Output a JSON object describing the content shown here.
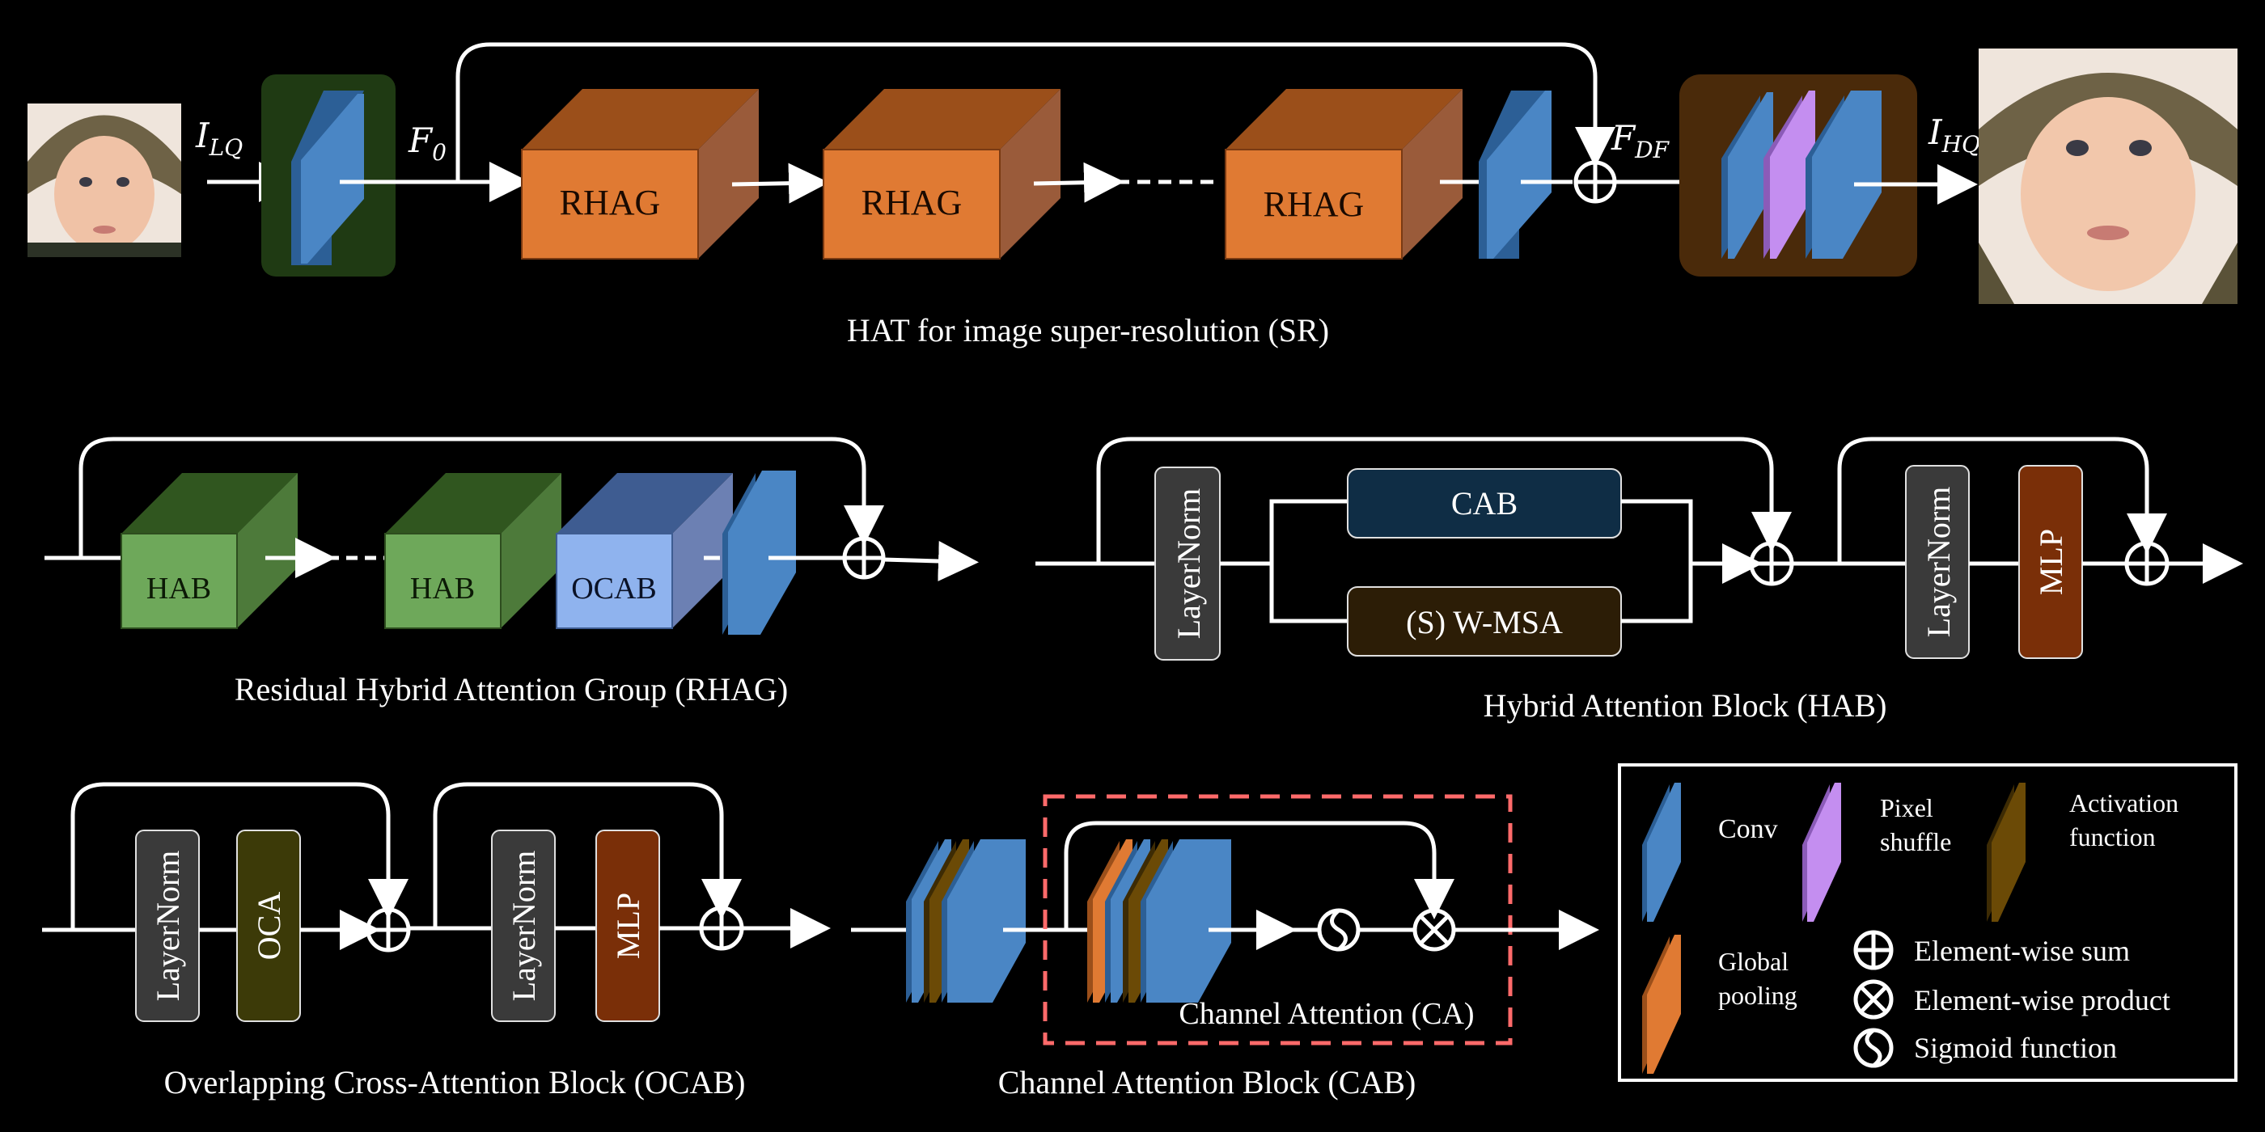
{
  "colors": {
    "background": "#000000",
    "conv": "#4a86c5",
    "pixel_shuffle": "#c48ef0",
    "activation": "#6b4a06",
    "global_pooling": "#e07a33",
    "rhag": "#e07a33",
    "hab": "#6ea85a",
    "ocab": "#8fb3ee",
    "cab_box": "#0f2d45",
    "wmsa_box": "#2c1d06",
    "layernorm_box": "#3a3a3a",
    "mlp_box": "#7a2f08",
    "oca_box": "#3c3a08",
    "dashed_box": "#ff6a6a"
  },
  "hat": {
    "input_label": "I_LQ",
    "f0_label": "F_0",
    "fdf_label": "F_DF",
    "output_label": "I_HQ",
    "rhag_labels": [
      "RHAG",
      "RHAG",
      "RHAG"
    ],
    "caption": "HAT for image super-resolution (SR)"
  },
  "rhag_detail": {
    "hab_labels": [
      "HAB",
      "HAB"
    ],
    "ocab_label": "OCAB",
    "caption": "Residual Hybrid Attention Group (RHAG)"
  },
  "hab_detail": {
    "layernorm1": "LayerNorm",
    "cab": "CAB",
    "wmsa": "(S) W-MSA",
    "layernorm2": "LayerNorm",
    "mlp": "MLP",
    "caption": "Hybrid Attention Block (HAB)"
  },
  "ocab_detail": {
    "layernorm1": "LayerNorm",
    "oca": "OCA",
    "layernorm2": "LayerNorm",
    "mlp": "MLP",
    "caption": "Overlapping Cross-Attention Block (OCAB)"
  },
  "cab_detail": {
    "ca_label": "Channel Attention (CA)",
    "caption": "Channel Attention Block (CAB)"
  },
  "legend": {
    "conv": "Conv",
    "pixel_shuffle_1": "Pixel",
    "pixel_shuffle_2": "shuffle",
    "activation_1": "Activation",
    "activation_2": "function",
    "global_pooling_1": "Global",
    "global_pooling_2": "pooling",
    "sum": "Element-wise sum",
    "product": "Element-wise product",
    "sigmoid": "Sigmoid function"
  }
}
